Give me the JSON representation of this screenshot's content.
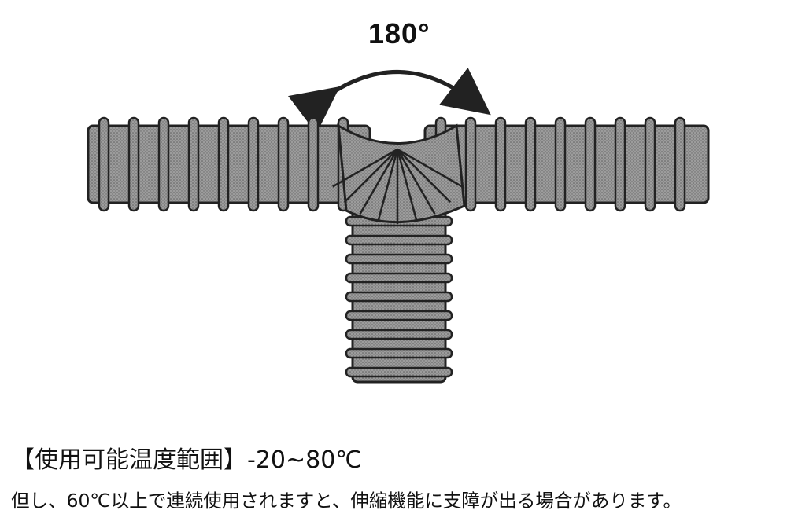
{
  "figure": {
    "rotation_label": "180°",
    "arrow_icon": "double-headed-curved-arrow",
    "hose_color": "#8a8a8a",
    "outline_color": "#222222"
  },
  "caption": {
    "spec": "【使用可能温度範囲】-20~80℃",
    "note": "但し、60℃以上で連続使用されますと、伸縮機能に支障が出る場合があります。"
  }
}
